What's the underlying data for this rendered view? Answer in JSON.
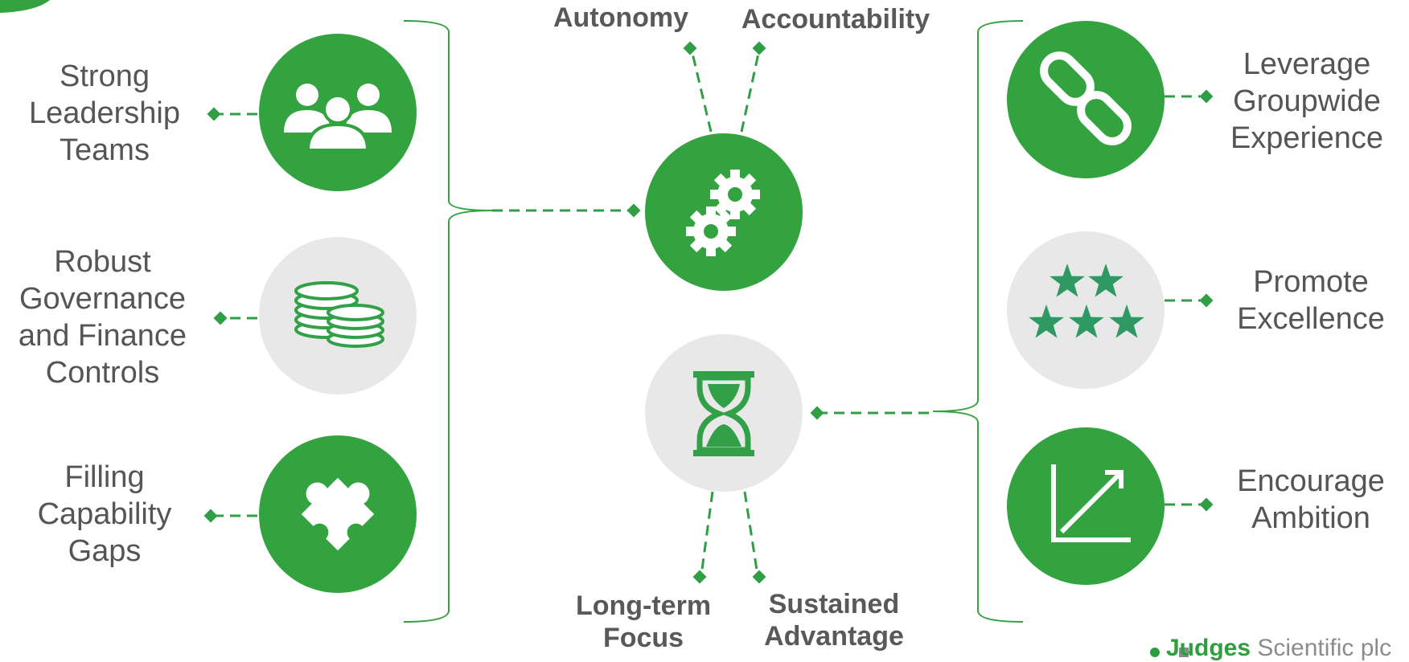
{
  "colors": {
    "green": "#33a33f",
    "light_gray": "#e8e8e8",
    "line_green": "#2f9e44",
    "icon_green": "#31a047",
    "text": "#555555"
  },
  "left_items": [
    {
      "icon": "people-group-icon",
      "lines": [
        "Strong",
        "Leadership",
        "Teams"
      ]
    },
    {
      "icon": "coins-icon",
      "lines": [
        "Robust",
        "Governance",
        "and Finance",
        "Controls"
      ]
    },
    {
      "icon": "puzzle-piece-icon",
      "lines": [
        "Filling",
        "Capability",
        "Gaps"
      ]
    }
  ],
  "center_top": {
    "icon": "gears-icon",
    "labels": [
      "Autonomy",
      "Accountability"
    ]
  },
  "center_bottom": {
    "icon": "hourglass-icon",
    "labels": [
      [
        "Long-term",
        "Focus"
      ],
      [
        "Sustained",
        "Advantage"
      ]
    ]
  },
  "right_items": [
    {
      "icon": "chain-link-icon",
      "lines": [
        "Leverage",
        "Groupwide",
        "Experience"
      ]
    },
    {
      "icon": "stars-icon",
      "lines": [
        "Promote",
        "Excellence"
      ]
    },
    {
      "icon": "growth-chart-icon",
      "lines": [
        "Encourage",
        "Ambition"
      ]
    }
  ],
  "footer": {
    "brand_accent": "Judges",
    "brand_rest": " Scientific plc"
  }
}
